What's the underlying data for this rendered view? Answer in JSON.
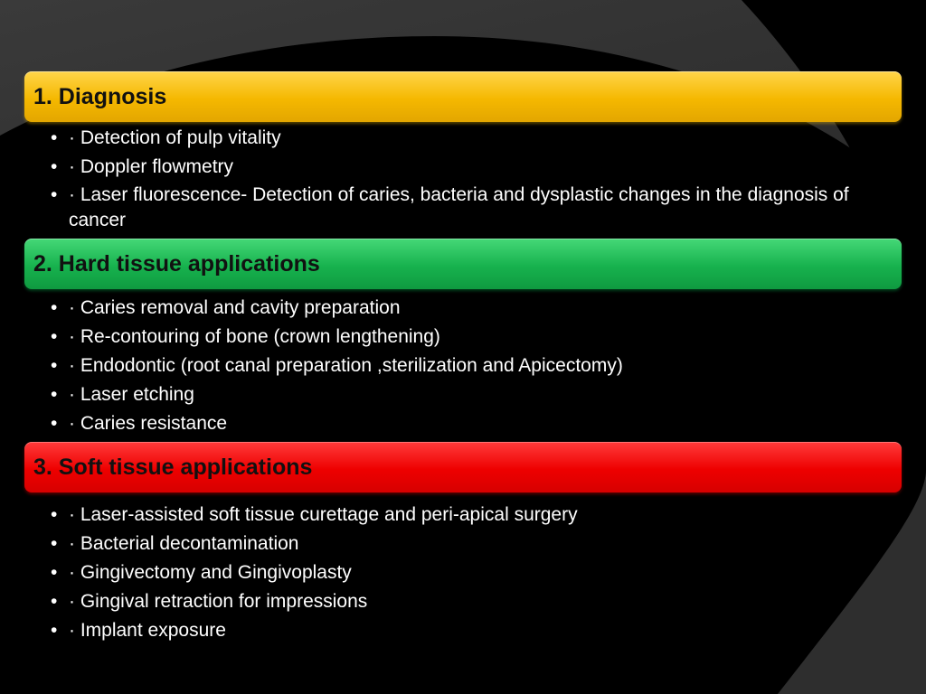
{
  "sections": [
    {
      "title": "1. Diagnosis",
      "color": "#f5b800",
      "items": [
        "· Detection of pulp vitality",
        "· Doppler flowmetry",
        "· Laser fluorescence- Detection of caries, bacteria and dysplastic changes in the diagnosis of cancer"
      ]
    },
    {
      "title": "2. Hard tissue applications",
      "color": "#17b24e",
      "items": [
        "· Caries removal and cavity preparation",
        "· Re-contouring of bone (crown lengthening)",
        "· Endodontic (root canal preparation ,sterilization and Apicectomy)",
        "· Laser etching",
        "· Caries resistance"
      ]
    },
    {
      "title": "3. Soft tissue applications",
      "color": "#ee0000",
      "items": [
        "· Laser-assisted soft tissue curettage and peri-apical surgery",
        "· Bacterial decontamination",
        "· Gingivectomy and Gingivoplasty",
        "· Gingival retraction for impressions",
        "· Implant exposure"
      ]
    }
  ],
  "bullet_glyph": "•",
  "background": {
    "base": "#000000",
    "accent": "#333333"
  }
}
